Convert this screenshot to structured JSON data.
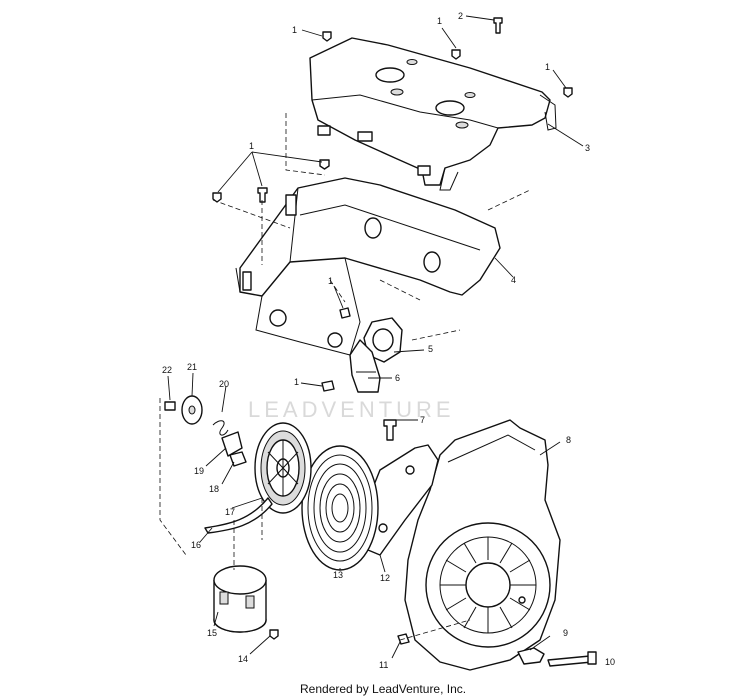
{
  "watermark": "LEADVENTURE",
  "footer": "Rendered by LeadVenture, Inc.",
  "callouts": {
    "c1a": "1",
    "c1b": "1",
    "c1c": "1",
    "c1d": "1",
    "c1e": "1",
    "c1f": "1",
    "c2": "2",
    "c3": "3",
    "c4": "4",
    "c5": "5",
    "c6": "6",
    "c7": "7",
    "c8": "8",
    "c9": "9",
    "c10": "10",
    "c11": "11",
    "c12": "12",
    "c13": "13",
    "c14": "14",
    "c15": "15",
    "c16": "16",
    "c17": "17",
    "c18": "18",
    "c19": "19",
    "c20": "20",
    "c21": "21",
    "c22": "22"
  }
}
